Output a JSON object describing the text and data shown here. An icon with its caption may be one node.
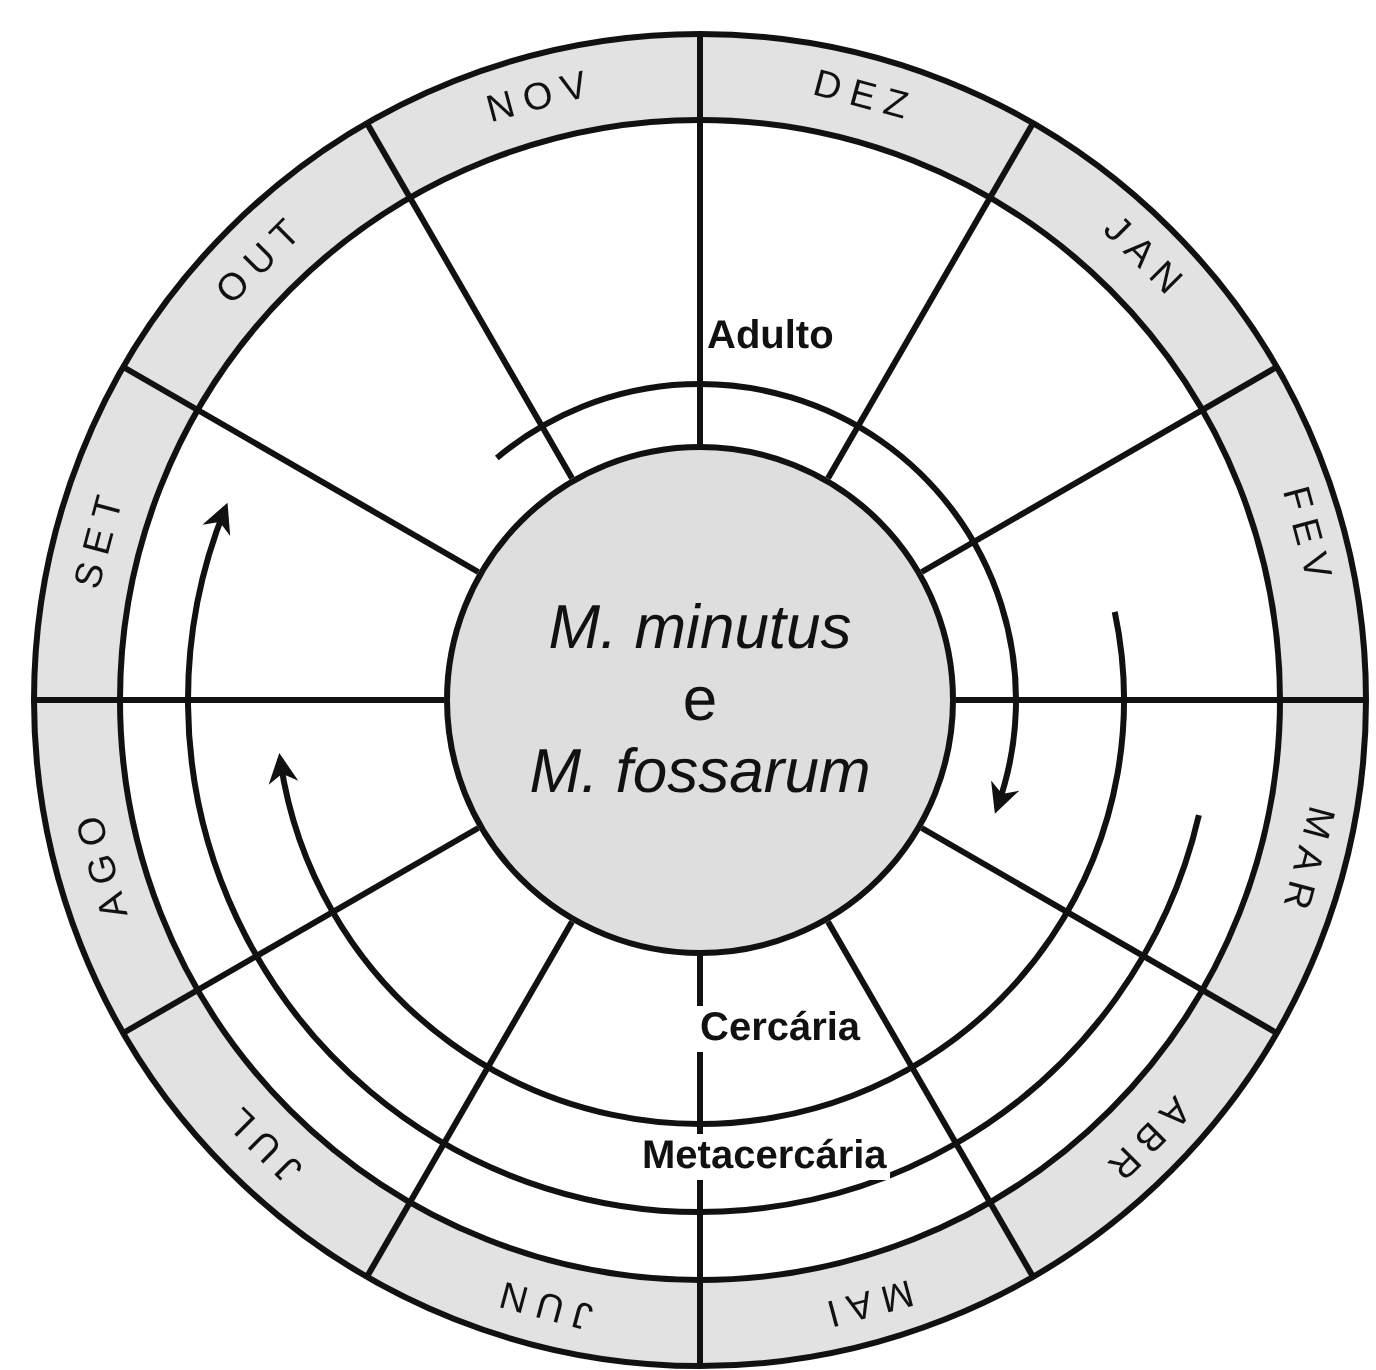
{
  "diagram": {
    "nodes": [
      {
        "text": [
          "*M. minutus* e *M. fossarum*"
        ]
      }
    ],
    "labels": [
      "DEZ",
      "JAN",
      "FEV",
      "MAR",
      "ABR",
      "MAI",
      "JUN",
      "JUL",
      "AGO",
      "SET",
      "OUT",
      "NOV",
      "Adulto",
      "Cercária",
      "Metacercária"
    ]
  }
}
